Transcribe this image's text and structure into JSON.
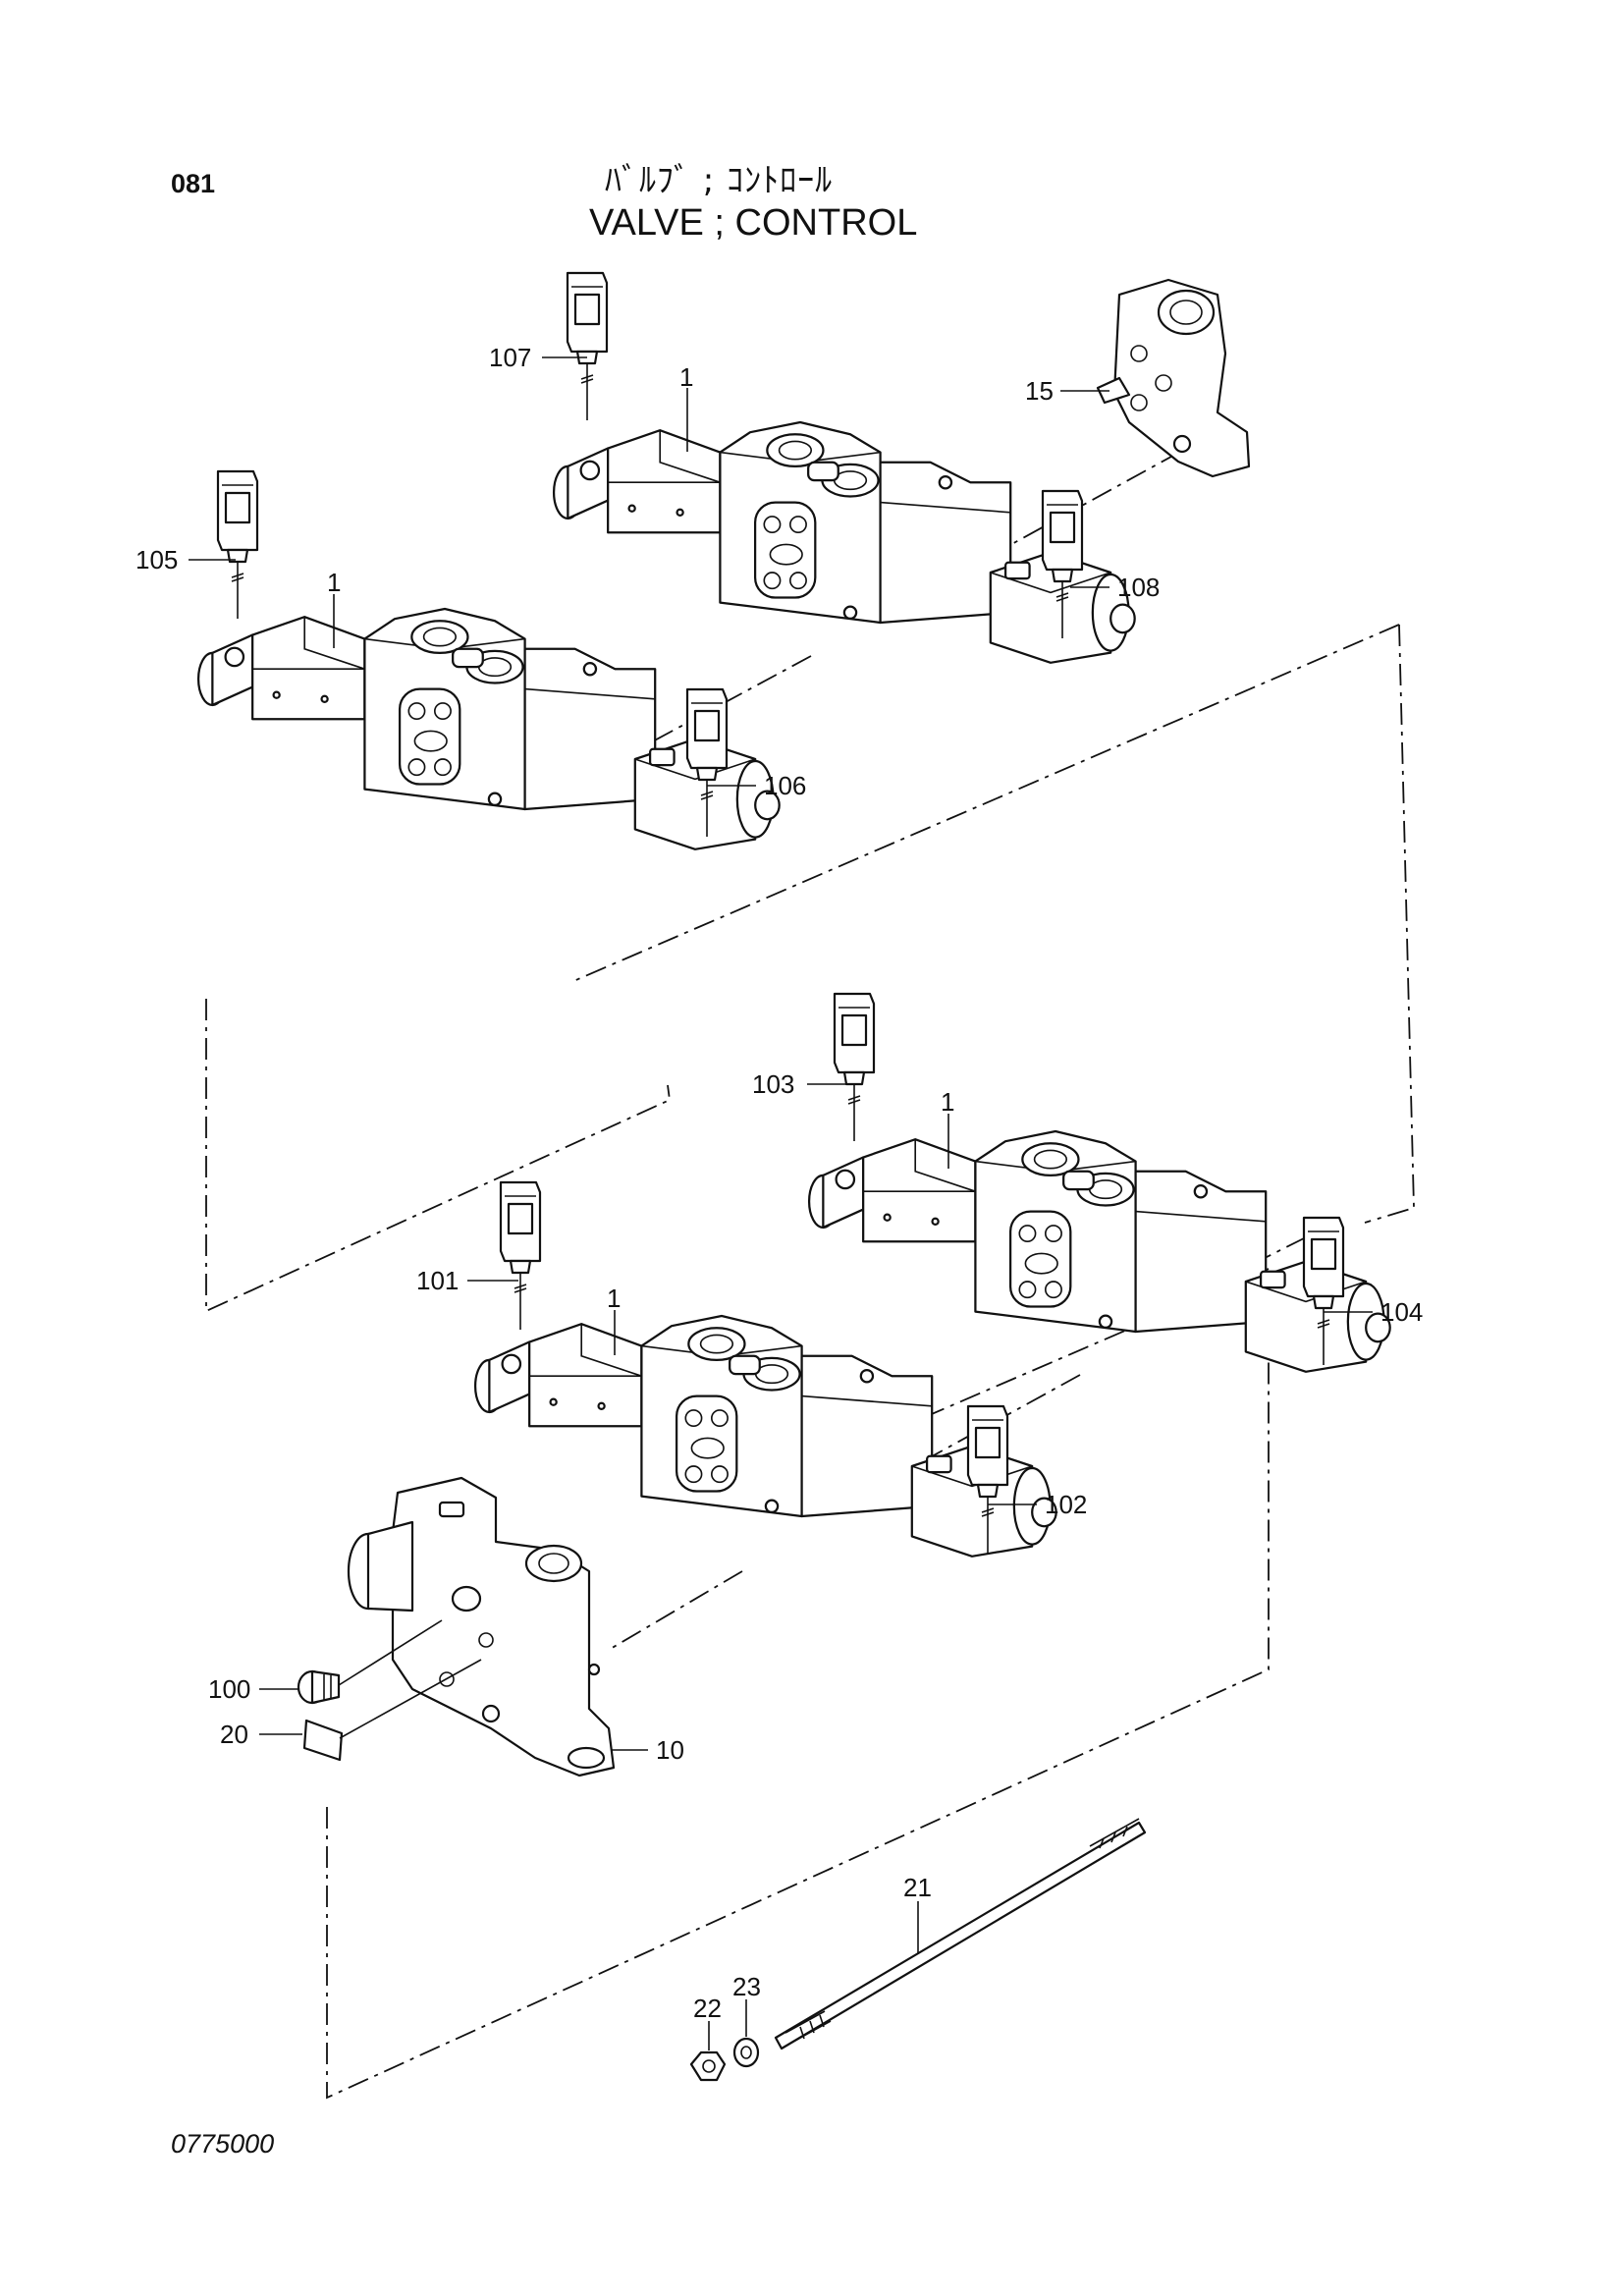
{
  "header": {
    "page_number": "081",
    "title_jp": "ﾊﾞﾙﾌﾞ ; ｺﾝﾄﾛｰﾙ",
    "title_en": "VALVE ; CONTROL"
  },
  "footer": {
    "drawing_number": "0775000"
  },
  "callouts": {
    "c107": "107",
    "c1_top": "1",
    "c15": "15",
    "c105": "105",
    "c1_left": "1",
    "c108": "108",
    "c106": "106",
    "c103": "103",
    "c1_right": "1",
    "c101": "101",
    "c1_lower": "1",
    "c104": "104",
    "c102": "102",
    "c100": "100",
    "c20": "20",
    "c10": "10",
    "c21": "21",
    "c22": "22",
    "c23": "23"
  }
}
